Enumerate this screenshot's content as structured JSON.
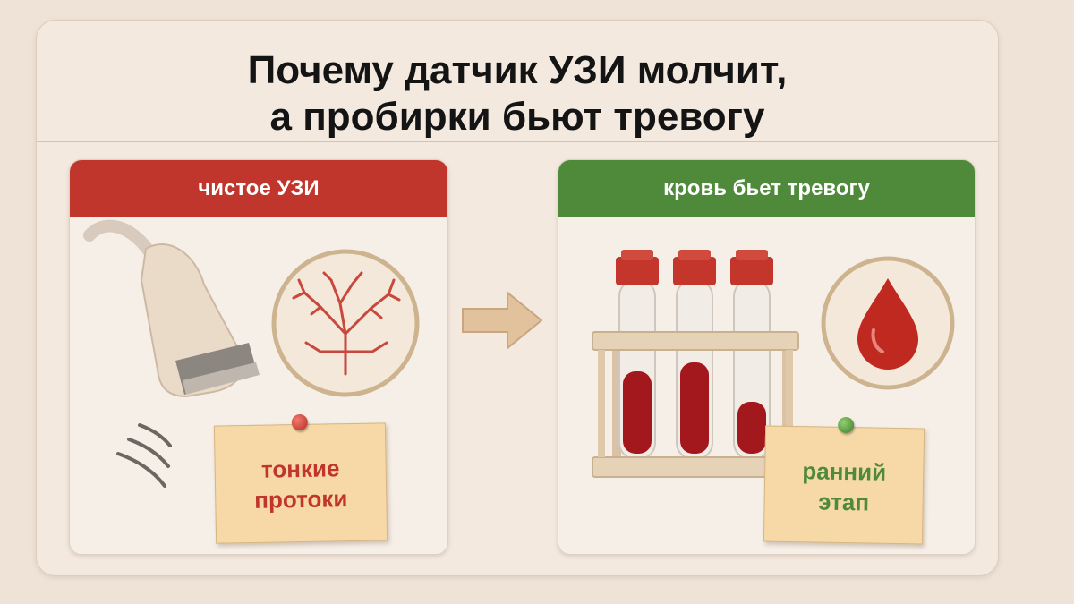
{
  "title": {
    "line1": "Почему датчик УЗИ молчит,",
    "line2": "а пробирки бьют тревогу"
  },
  "left_panel": {
    "header": "чистое УЗИ",
    "note_line1": "тонкие",
    "note_line2": "протоки",
    "icons": [
      "ultrasound-probe-icon",
      "bile-ducts-tree-icon",
      "signal-waves-icon",
      "red-pin-icon"
    ]
  },
  "right_panel": {
    "header": "кровь бьет тревогу",
    "note_line1": "ранний",
    "note_line2": "этап",
    "icons": [
      "test-tubes-rack-icon",
      "blood-drop-icon",
      "green-pin-icon"
    ]
  },
  "colors": {
    "left_accent": "#c0362c",
    "right_accent": "#4f8a3b",
    "background": "#efe3d7"
  }
}
